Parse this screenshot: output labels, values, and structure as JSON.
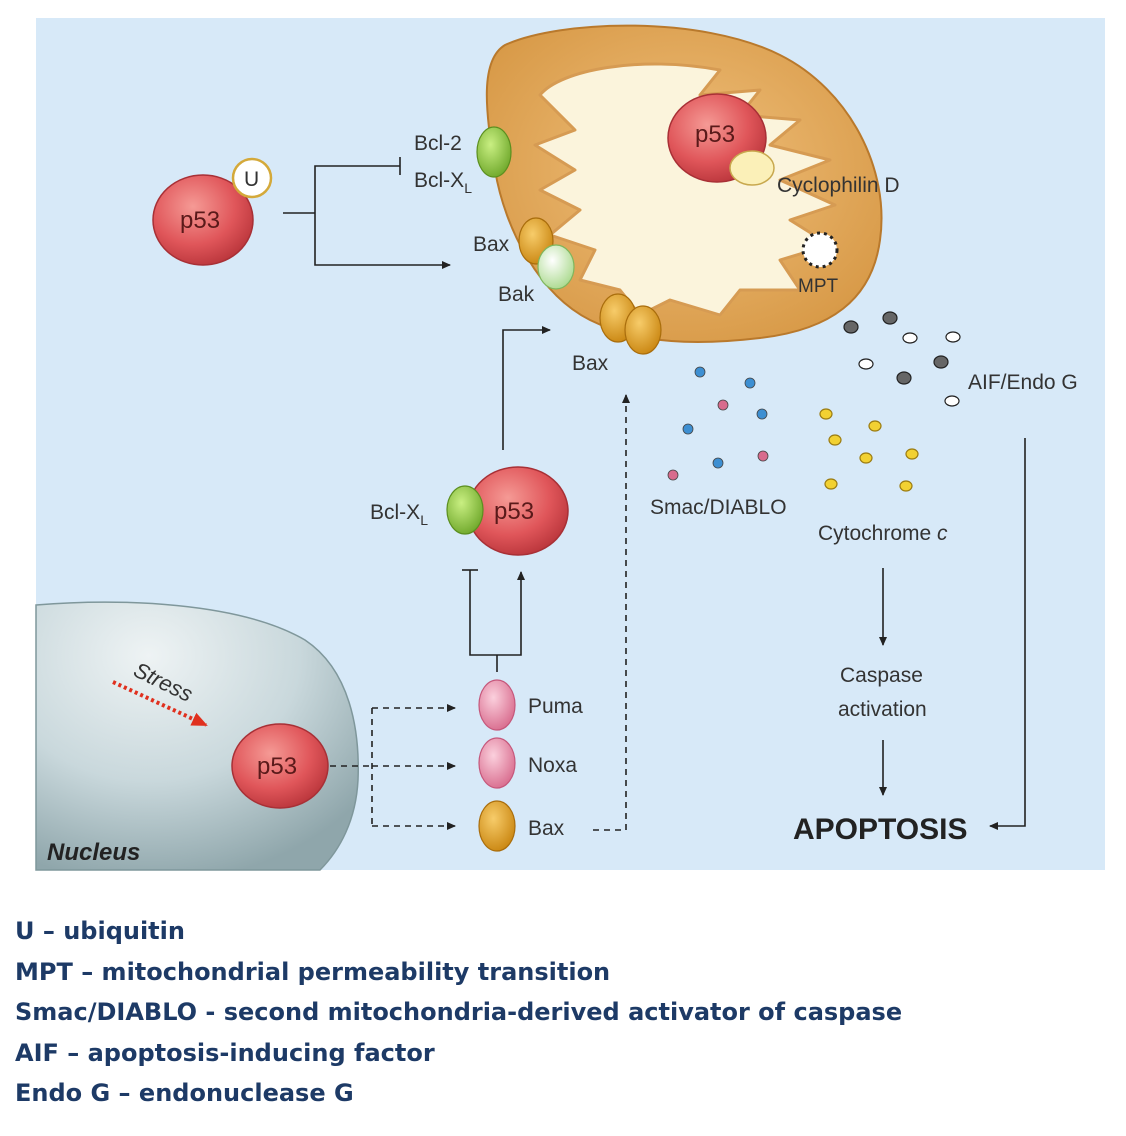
{
  "diagram": {
    "p53_label": "p53",
    "ubiquitin_label": "U",
    "bcl2_label": "Bcl-2",
    "bclxl_prefix": "Bcl-X",
    "bclxl_sub": "L",
    "bax_label": "Bax",
    "bak_label": "Bak",
    "cyclophilin_label": "Cyclophilin  D",
    "mpt_label": "MPT",
    "aif_label": "AIF/Endo G",
    "smac_label": "Smac/DIABLO",
    "cytochrome_label": "Cytochrome ",
    "cytochrome_c": "c",
    "caspase_line1": "Caspase",
    "caspase_line2": "activation",
    "apoptosis_label": "APOPTOSIS",
    "puma_label": "Puma",
    "noxa_label": "Noxa",
    "stress_label": "Stress",
    "nucleus_label": "Nucleus"
  },
  "legend": [
    "U – ubiquitin",
    "MPT – mitochondrial permeability transition",
    "Smac/DIABLO - second mitochondria-derived activator of caspase",
    "AIF – apoptosis-inducing factor",
    "Endo G – endonuclease G"
  ],
  "colors": {
    "background": "#d7e9f8",
    "mitochondrion": "#e3a95a",
    "p53": "#e0565a",
    "bcl": "#8cc63f",
    "bax": "#e3a020",
    "puma_noxa": "#e88aa6",
    "legend_text": "#1d3a66"
  }
}
